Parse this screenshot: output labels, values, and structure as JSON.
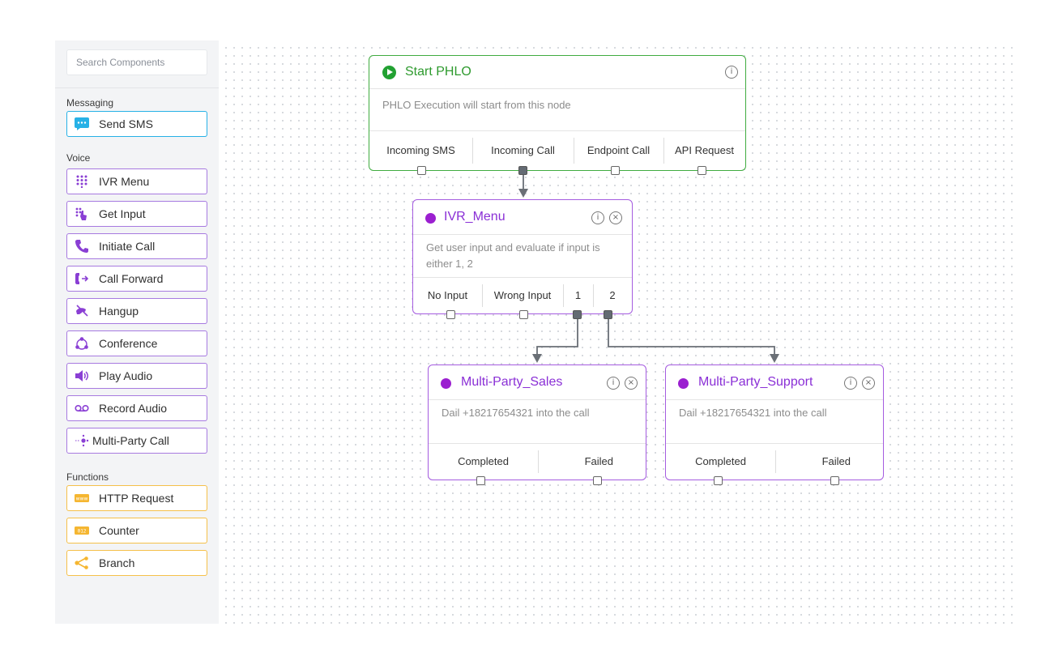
{
  "search": {
    "placeholder": "Search Components"
  },
  "sections": {
    "messaging": "Messaging",
    "voice": "Voice",
    "functions": "Functions"
  },
  "components": {
    "messaging": [
      {
        "label": "Send SMS",
        "icon": "sms-icon"
      }
    ],
    "voice": [
      {
        "label": "IVR Menu",
        "icon": "keypad-icon"
      },
      {
        "label": "Get Input",
        "icon": "keypad-touch-icon"
      },
      {
        "label": "Initiate Call",
        "icon": "phone-icon"
      },
      {
        "label": "Call Forward",
        "icon": "call-forward-icon"
      },
      {
        "label": "Hangup",
        "icon": "hangup-icon"
      },
      {
        "label": "Conference",
        "icon": "conference-icon"
      },
      {
        "label": "Play Audio",
        "icon": "speaker-icon"
      },
      {
        "label": "Record Audio",
        "icon": "voicemail-icon"
      },
      {
        "label": "Multi-Party Call",
        "icon": "multi-party-icon"
      }
    ],
    "functions": [
      {
        "label": "HTTP Request",
        "icon": "www-icon"
      },
      {
        "label": "Counter",
        "icon": "counter-icon"
      },
      {
        "label": "Branch",
        "icon": "branch-icon"
      }
    ]
  },
  "nodes": {
    "start": {
      "title": "Start PHLO",
      "description": "PHLO Execution will start from this node",
      "ports": [
        "Incoming SMS",
        "Incoming Call",
        "Endpoint Call",
        "API Request"
      ]
    },
    "ivr": {
      "title": "IVR_Menu",
      "description_line1": "Get user input and evaluate if input is",
      "description_line2": "either 1, 2",
      "ports": [
        "No Input",
        "Wrong Input",
        "1",
        "2"
      ]
    },
    "sales": {
      "title": "Multi-Party_Sales",
      "description": "Dail +18217654321 into the call",
      "ports": [
        "Completed",
        "Failed"
      ]
    },
    "support": {
      "title": "Multi-Party_Support",
      "description": "Dail +18217654321 into the call",
      "ports": [
        "Completed",
        "Failed"
      ]
    }
  },
  "colors": {
    "voice_accent": "#a77ae0",
    "messaging_accent": "#27b1e6",
    "functions_accent": "#f5c04a",
    "start_green": "#40ac40",
    "node_purple": "#9b1fd0"
  }
}
